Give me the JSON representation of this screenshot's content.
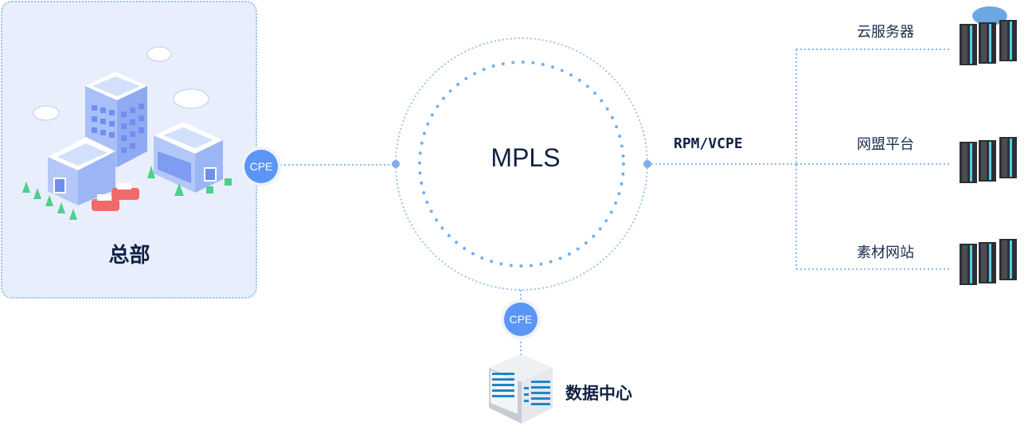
{
  "headquarters": {
    "label": "总部",
    "cpe_label": "CPE"
  },
  "core": {
    "label": "MPLS"
  },
  "gateway": {
    "label": "RPM/VCPE"
  },
  "branches": [
    {
      "label": "云服务器",
      "icon": "cloud-server-rack-icon"
    },
    {
      "label": "网盟平台",
      "icon": "server-rack-icon"
    },
    {
      "label": "素材网站",
      "icon": "server-rack-icon"
    }
  ],
  "data_center": {
    "label": "数据中心",
    "cpe_label": "CPE"
  },
  "colors": {
    "accent": "#5b95f5",
    "line": "#8fb8f0",
    "text": "#0f2145",
    "panel": "#e8eefb"
  }
}
